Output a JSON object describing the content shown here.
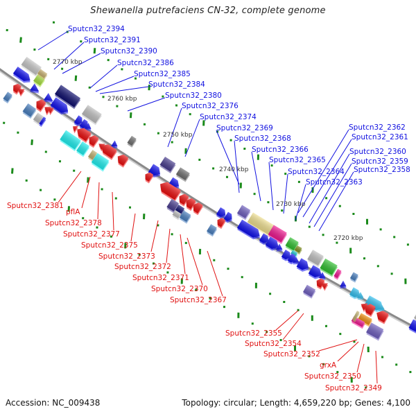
{
  "title": "Shewanella putrefaciens CN-32, complete genome",
  "footer": {
    "accession": "Accession: NC_009438",
    "stats": "Topology: circular; Length: 4,659,220 bp; Genes: 4,100"
  },
  "scale_marks": [
    "2770 kbp",
    "2760 kbp",
    "2750 kbp",
    "2740 kbp",
    "2730 kbp",
    "2720 kbp"
  ],
  "labels_forward": [
    "Sputcn32_2394",
    "Sputcn32_2391",
    "Sputcn32_2390",
    "Sputcn32_2386",
    "Sputcn32_2385",
    "Sputcn32_2384",
    "Sputcn32_2380",
    "Sputcn32_2376",
    "Sputcn32_2374",
    "Sputcn32_2369",
    "Sputcn32_2368",
    "Sputcn32_2366",
    "Sputcn32_2365",
    "Sputcn32_2364",
    "Sputcn32_2363",
    "Sputcn32_2362",
    "Sputcn32_2361",
    "Sputcn32_2360",
    "Sputcn32_2359",
    "Sputcn32_2358"
  ],
  "labels_reverse": [
    "Sputcn32_2381",
    "pflA",
    "Sputcn32_2378",
    "Sputcn32_2377",
    "Sputcn32_2375",
    "Sputcn32_2373",
    "Sputcn32_2372",
    "Sputcn32_2371",
    "Sputcn32_2370",
    "Sputcn32_2367",
    "Sputcn32_2355",
    "Sputcn32_2354",
    "Sputcn32_2352",
    "grxA",
    "Sputcn32_2350",
    "Sputcn32_2349"
  ],
  "colors": {
    "forward_label": "#1010e0",
    "reverse_label": "#e01010",
    "forward_cds": "#1010ee",
    "reverse_cds": "#ee1010",
    "backbone": "#888888",
    "tick": "#1a8a1a"
  }
}
